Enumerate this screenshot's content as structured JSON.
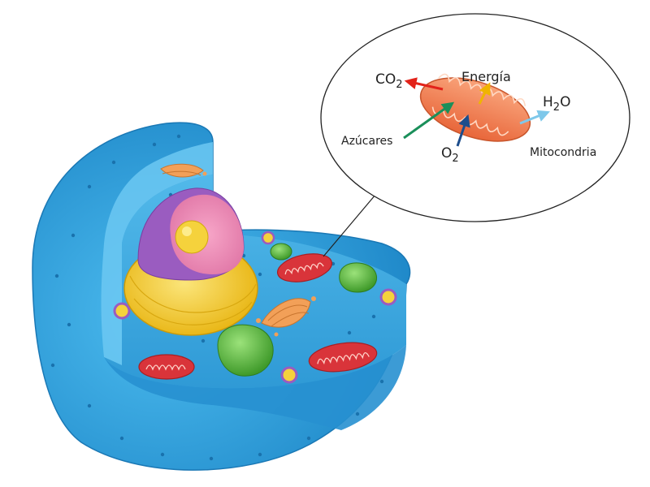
{
  "labels": {
    "co2": {
      "main": "CO",
      "sub": "2"
    },
    "energia": "Energía",
    "h2o": {
      "h": "H",
      "sub": "2",
      "o": "O"
    },
    "azucares": "Azúcares",
    "o2": {
      "main": "O",
      "sub": "2"
    },
    "mitocondria": "Mitocondria"
  },
  "colors": {
    "cytoplasm": "#39a9e0",
    "cytoplasm_dark": "#1e88c9",
    "mitochondria": "#d9343a",
    "mitochondria_zoom": "#f07a45",
    "nucleus_shell": "#f0c81e",
    "nucleus_inner": "#9a5cc0",
    "nucleolus": "#f5d23c",
    "vacuole": "#55b83a",
    "golgi": "#f2a058",
    "arrow_co2": "#e2231a",
    "arrow_energia": "#f0b400",
    "arrow_h2o": "#7ec8ea",
    "arrow_azucares": "#1a8f5a",
    "arrow_o2": "#1d4d8c"
  },
  "icons": [
    "cell-illustration",
    "mitochondrion-illustration",
    "zoom-callout"
  ]
}
